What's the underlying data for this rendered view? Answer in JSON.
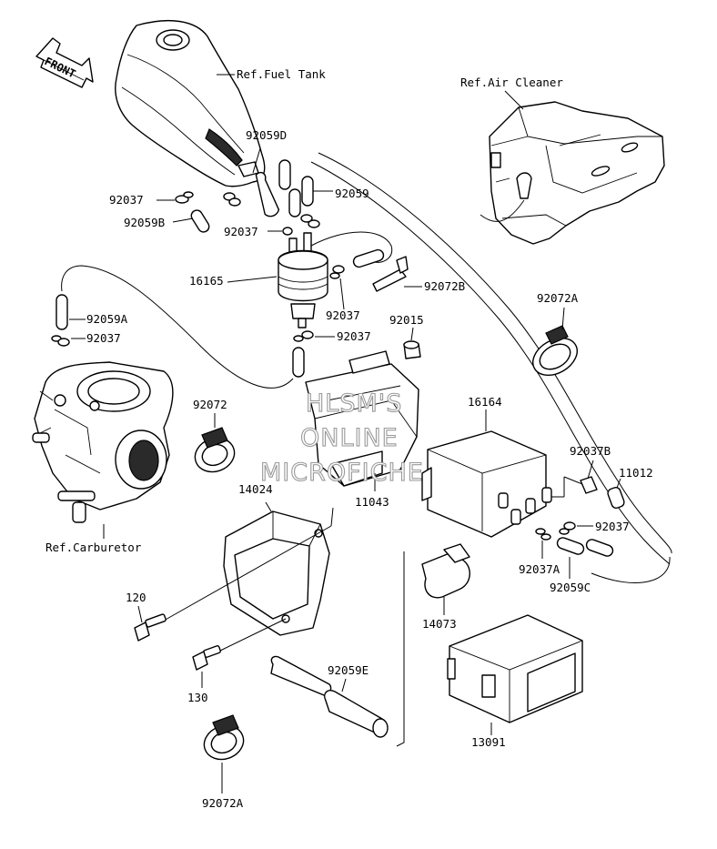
{
  "front_arrow": {
    "label": "FRONT"
  },
  "refs": {
    "fuel_tank": "Ref.Fuel Tank",
    "air_cleaner": "Ref.Air Cleaner",
    "carburetor": "Ref.Carburetor"
  },
  "watermark": [
    "HLSM'S",
    "ONLINE",
    "MICROFICHE"
  ],
  "part_labels": {
    "p92059D": "92059D",
    "p92059": "92059",
    "p92037_a": "92037",
    "p92059B": "92059B",
    "p92037_b": "92037",
    "p16165": "16165",
    "p92072B": "92072B",
    "p92037_c": "92037",
    "p92015": "92015",
    "p92037_d": "92037",
    "p92059A": "92059A",
    "p92037_e": "92037",
    "p92072A_top": "92072A",
    "p92072": "92072",
    "p16164": "16164",
    "p14024": "14024",
    "p11043": "11043",
    "p92037B": "92037B",
    "p11012": "11012",
    "p92037_f": "92037",
    "p92037A": "92037A",
    "p92059C": "92059C",
    "p120": "120",
    "p14073": "14073",
    "p130": "130",
    "p92059E": "92059E",
    "p13091": "13091",
    "p92072A_bottom": "92072A"
  },
  "colors": {
    "line": "#000000",
    "watermark_outline": "#9a9a9a",
    "background": "#ffffff"
  }
}
